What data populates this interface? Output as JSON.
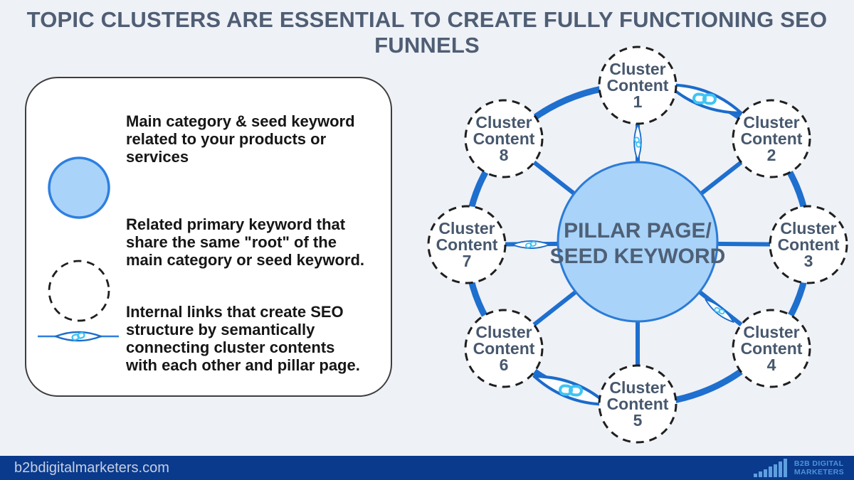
{
  "title": "TOPIC CLUSTERS ARE ESSENTIAL TO CREATE FULLY FUNCTIONING SEO FUNNELS",
  "legend": {
    "items": [
      {
        "id": "main-category-seed-keyword",
        "lines": [
          "Main category & seed keyword",
          "related to your products or",
          "services"
        ]
      },
      {
        "id": "related-primary-keyword",
        "lines": [
          "Related primary keyword that",
          "share the same \"root\" of the",
          "main category or seed keyword."
        ]
      },
      {
        "id": "internal-links",
        "lines": [
          "Internal links that create SEO",
          "structure by semantically",
          "connecting cluster contents",
          "with each other and pillar page."
        ]
      }
    ]
  },
  "diagram": {
    "center": {
      "lines": [
        "PILLAR PAGE/",
        "SEED KEYWORD"
      ]
    },
    "clusters": [
      {
        "lines": [
          "Cluster",
          "Content",
          "1"
        ]
      },
      {
        "lines": [
          "Cluster",
          "Content",
          "2"
        ]
      },
      {
        "lines": [
          "Cluster",
          "Content",
          "3"
        ]
      },
      {
        "lines": [
          "Cluster",
          "Content",
          "4"
        ]
      },
      {
        "lines": [
          "Cluster",
          "Content",
          "5"
        ]
      },
      {
        "lines": [
          "Cluster",
          "Content",
          "6"
        ]
      },
      {
        "lines": [
          "Cluster",
          "Content",
          "7"
        ]
      },
      {
        "lines": [
          "Cluster",
          "Content",
          "8"
        ]
      }
    ]
  },
  "footer": {
    "website": "b2bdigitalmarketers.com",
    "brand": {
      "line1": "B2B DIGITAL",
      "line2": "MARKETERS"
    }
  },
  "colors": {
    "background": "#EEF1F6",
    "accent_blue": "#1E6FCE",
    "node_fill": "#A9D3F8",
    "node_stroke": "#2B7BD6",
    "chain_blue": "#3FC4F3",
    "title_text": "#4F5E74",
    "cluster_text": "#47586E",
    "legend_text": "#161616",
    "footer_bg": "#0A3A8C",
    "footer_text": "#C6CFE1",
    "brand_text": "#4E94D9"
  }
}
